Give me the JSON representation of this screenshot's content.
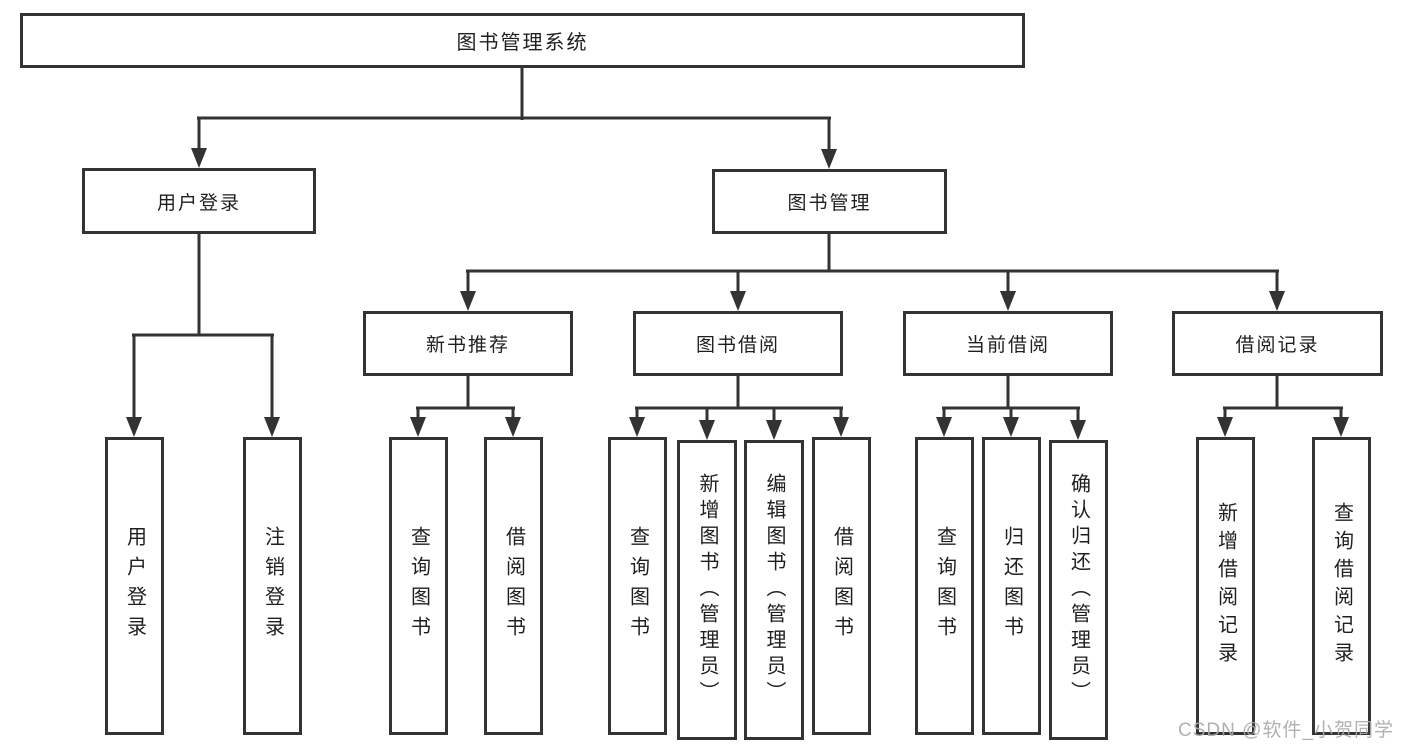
{
  "tree": {
    "root": "图书管理系统",
    "children": [
      {
        "label": "用户登录",
        "children": [
          "用户登录",
          "注销登录"
        ]
      },
      {
        "label": "图书管理",
        "children": [
          {
            "label": "新书推荐",
            "children": [
              "查询图书",
              "借阅图书"
            ]
          },
          {
            "label": "图书借阅",
            "children": [
              "查询图书",
              "新增图书（管理员）",
              "编辑图书（管理员）",
              "借阅图书"
            ]
          },
          {
            "label": "当前借阅",
            "children": [
              "查询图书",
              "归还图书",
              "确认归还（管理员）"
            ]
          },
          {
            "label": "借阅记录",
            "children": [
              "新增借阅记录",
              "查询借阅记录"
            ]
          }
        ]
      }
    ]
  },
  "colors": {
    "line": "#333333",
    "text": "#1f1f1f",
    "watermark": "#aaaaaa"
  },
  "watermark": "CSDN @软件_小贺同学"
}
